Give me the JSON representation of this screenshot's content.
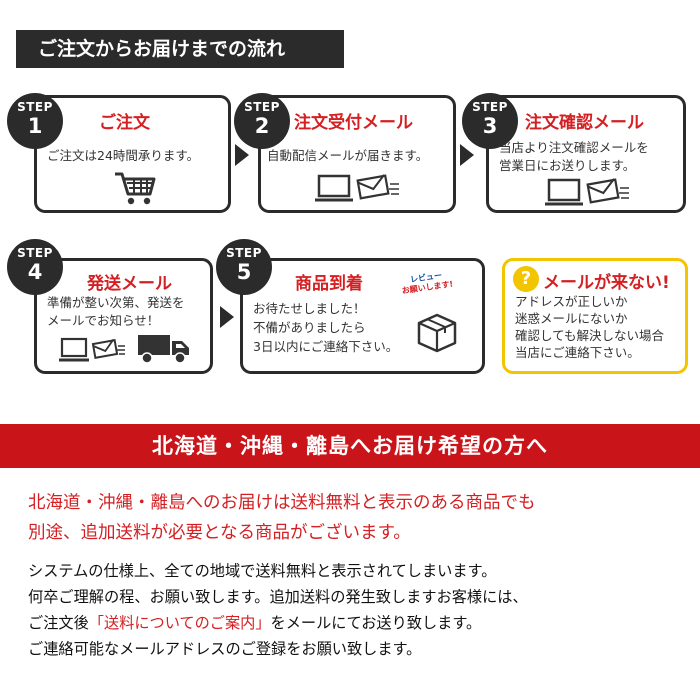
{
  "header": {
    "title": "ご注文からお届けまでの流れ"
  },
  "steps": [
    {
      "word": "STEP",
      "num": "1",
      "title": "ご注文",
      "lines": [
        "ご注文は24時間承ります。"
      ],
      "icon": "shopping-cart-icon"
    },
    {
      "word": "STEP",
      "num": "2",
      "title": "注文受付メール",
      "lines": [
        "自動配信メールが届きます。"
      ],
      "icon": "laptop-mail-icon"
    },
    {
      "word": "STEP",
      "num": "3",
      "title": "注文確認メール",
      "lines": [
        "当店より注文確認メールを",
        "営業日にお送りします。"
      ],
      "icon": "laptop-mail-icon"
    },
    {
      "word": "STEP",
      "num": "4",
      "title": "発送メール",
      "lines": [
        "準備が整い次第、発送を",
        "メールでお知らせ！"
      ],
      "icon": "truck-icon"
    },
    {
      "word": "STEP",
      "num": "5",
      "title": "商品到着",
      "lines": [
        "お待たせしました！",
        "不備がありましたら",
        "3日以内にご連絡下さい。"
      ],
      "icon": "package-box-icon"
    }
  ],
  "review": {
    "line1": "レビュー",
    "line2": "お願いします!"
  },
  "warning": {
    "mark": "?",
    "title": "メールが来ない!",
    "lines": [
      "アドレスが正しいか",
      "迷惑メールにないか",
      "確認しても解決しない場合",
      "当店にご連絡下さい。"
    ]
  },
  "banner": {
    "text": "北海道・沖縄・離島へお届け希望の方へ"
  },
  "notice": {
    "red_line1": "北海道・沖縄・離島へのお届けは送料無料と表示のある商品でも",
    "red_line2": "別途、追加送料が必要となる商品がございます。",
    "line1": "システムの仕様上、全ての地域で送料無料と表示されてしまいます。",
    "line2": "何卒ご理解の程、お願い致します。追加送料の発生致しますお客様には、",
    "line3_pre": "ご注文後",
    "line3_hl": "「送料についてのご案内」",
    "line3_post": "をメールにてお送り致します。",
    "line4": "ご連絡可能なメールアドレスのご登録をお願い致します。"
  },
  "colors": {
    "accent_red": "#d42023",
    "dark": "#2b2b2b",
    "yellow": "#f3c400",
    "banner_red": "#c9141a"
  }
}
